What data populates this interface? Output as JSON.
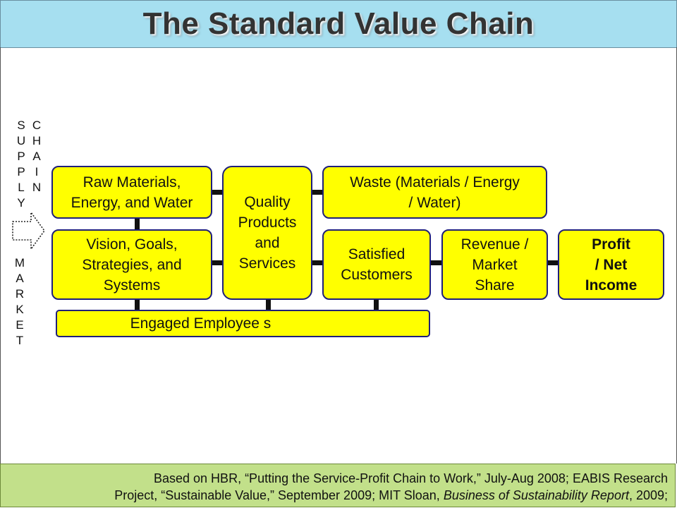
{
  "title": "The Standard Value Chain",
  "side_labels": {
    "supply": "S\nU\nP\nP\nL\nY",
    "chain": "C\nH\nA\nI\nN",
    "market": "M\nA\nR\nK\nE\nT"
  },
  "boxes": {
    "raw_materials": "Raw Materials,\nEnergy, and Water",
    "vision": "Vision, Goals,\nStrategies, and\nSystems",
    "quality": "Quality\nProducts\nand\nServices",
    "waste": "Waste  (Materials / Energy\n/ Water)",
    "satisfied": "Satisfied\nCustomers",
    "revenue": "Revenue /\nMarket\nShare",
    "profit": "Profit\n/ Net\nIncome",
    "employees": "Engaged  Employee s"
  },
  "footer": {
    "line1": "Based on HBR, “Putting the Service-Profit Chain to Work,” July-Aug 2008; EABIS Research",
    "line2_a": "Project, “Sustainable Value,” September 2009; MIT Sloan, ",
    "line2_italic": "Business of Sustainability Report",
    "line2_b": ", 2009;"
  },
  "colors": {
    "title_bg": "#a6dff0",
    "box_fill": "#ffff00",
    "box_border": "#1f1f7a",
    "footer_bg": "#c2e08a"
  }
}
